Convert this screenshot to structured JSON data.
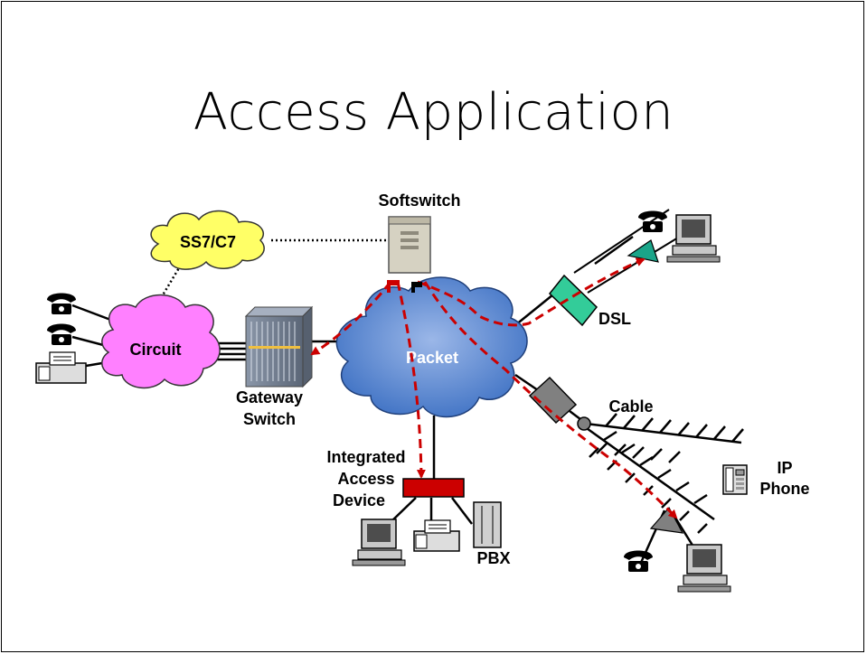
{
  "title": "Access Application",
  "labels": {
    "softswitch": "Softswitch",
    "ss7": "SS7/C7",
    "circuit": "Circuit",
    "packet": "Packet",
    "gateway_line1": "Gateway",
    "gateway_line2": "Switch",
    "dsl": "DSL",
    "cable": "Cable",
    "ip_phone_line1": "IP",
    "ip_phone_line2": "Phone",
    "iad_line1": "Integrated",
    "iad_line2": "Access",
    "iad_line3": "Device",
    "pbx": "PBX"
  },
  "colors": {
    "circuit_cloud": "#ff80ff",
    "packet_cloud": "#4f81bd",
    "ss7_cloud": "#ffff66",
    "signal_path": "#cc0000",
    "dsl_modem": "#33cc99",
    "iad": "#cc0000"
  }
}
